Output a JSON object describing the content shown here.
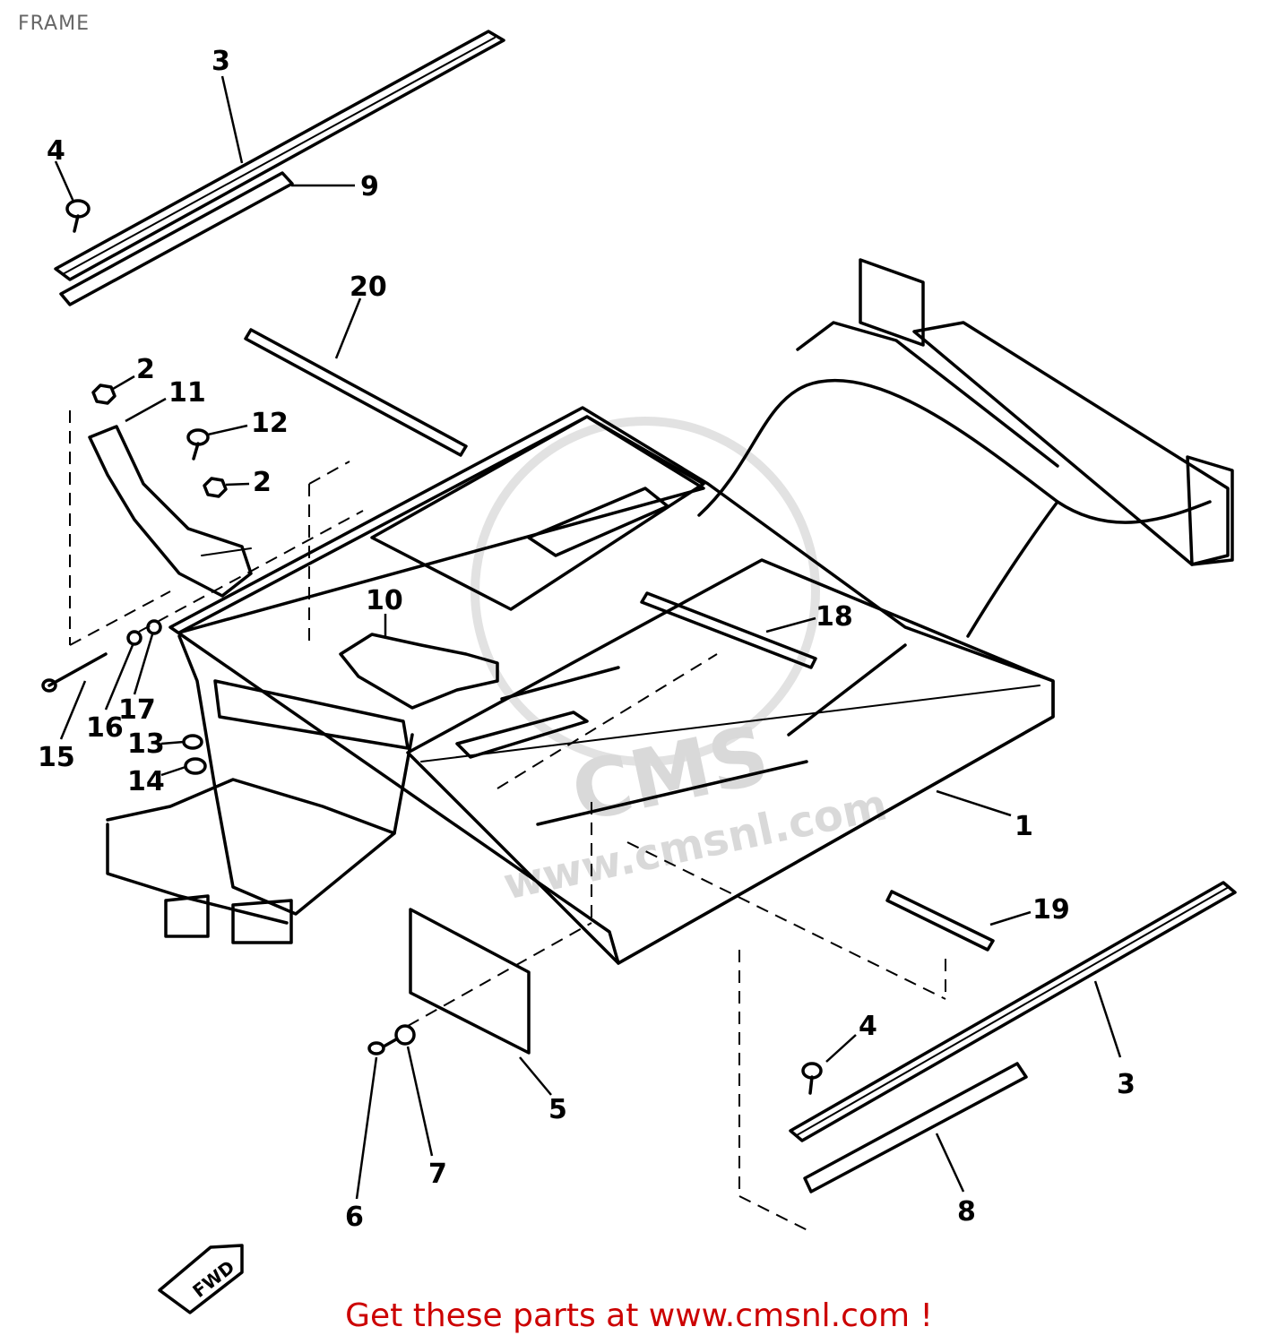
{
  "page": {
    "title": "FRAME"
  },
  "diagram": {
    "callouts": [
      {
        "id": "c1",
        "label": "1"
      },
      {
        "id": "c2a",
        "label": "2"
      },
      {
        "id": "c2b",
        "label": "2"
      },
      {
        "id": "c3a",
        "label": "3"
      },
      {
        "id": "c3b",
        "label": "3"
      },
      {
        "id": "c4a",
        "label": "4"
      },
      {
        "id": "c4b",
        "label": "4"
      },
      {
        "id": "c5",
        "label": "5"
      },
      {
        "id": "c6",
        "label": "6"
      },
      {
        "id": "c7",
        "label": "7"
      },
      {
        "id": "c8",
        "label": "8"
      },
      {
        "id": "c9",
        "label": "9"
      },
      {
        "id": "c10",
        "label": "10"
      },
      {
        "id": "c11",
        "label": "11"
      },
      {
        "id": "c12",
        "label": "12"
      },
      {
        "id": "c13",
        "label": "13"
      },
      {
        "id": "c14",
        "label": "14"
      },
      {
        "id": "c15",
        "label": "15"
      },
      {
        "id": "c16",
        "label": "16"
      },
      {
        "id": "c17",
        "label": "17"
      },
      {
        "id": "c18",
        "label": "18"
      },
      {
        "id": "c19",
        "label": "19"
      },
      {
        "id": "c20",
        "label": "20"
      }
    ],
    "fwd_marker": "FWD",
    "watermark": {
      "logo": "CMS",
      "url": "www.cmsnl.com"
    }
  },
  "footer": {
    "promo": "Get these parts at www.cmsnl.com !"
  },
  "colors": {
    "promo": "#cc0000",
    "ink": "#000000",
    "title": "#666666",
    "watermark": "#d9d9d9"
  }
}
